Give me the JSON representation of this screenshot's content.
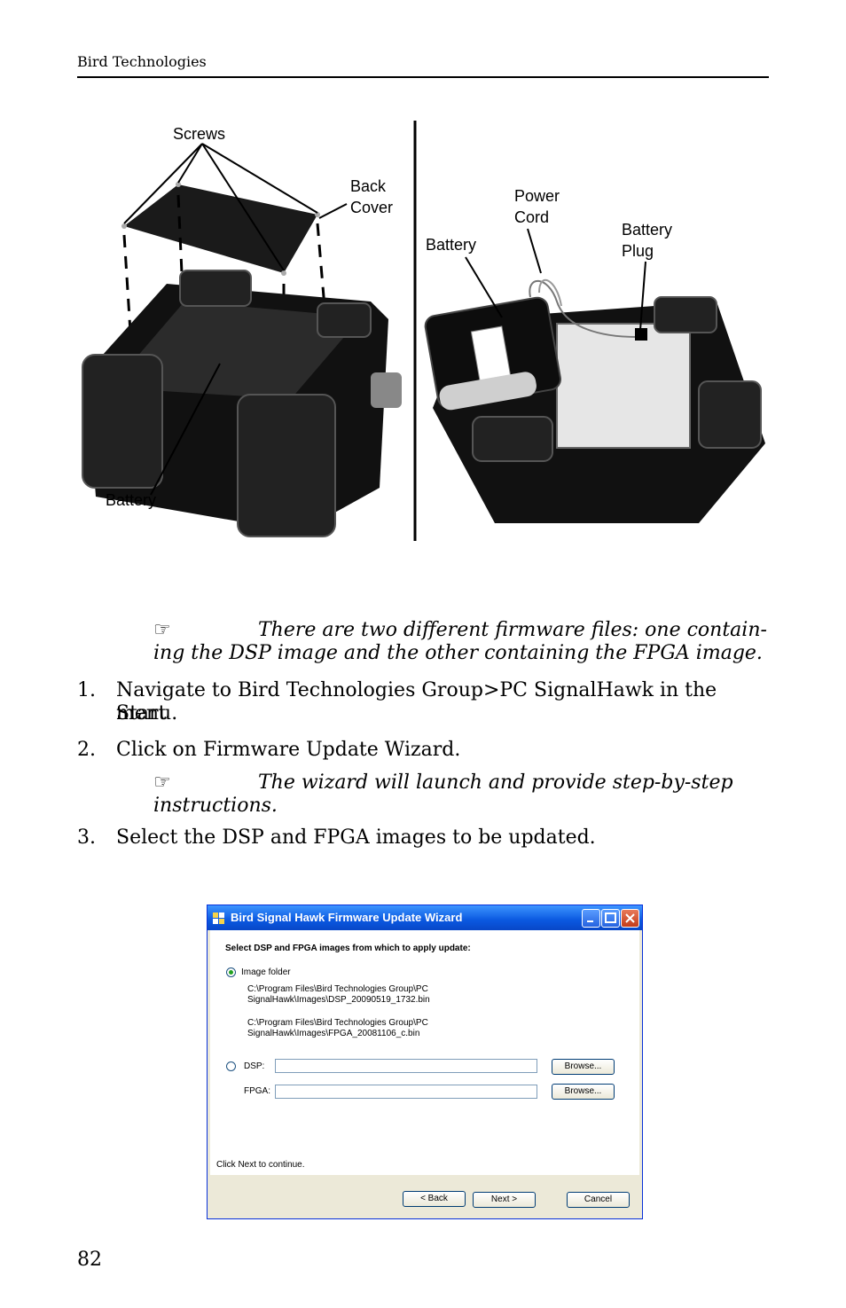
{
  "header": {
    "text": "Bird Technologies"
  },
  "figure": {
    "left_labels": {
      "screws": "Screws",
      "back_cover_1": "Back",
      "back_cover_2": "Cover",
      "battery": "Battery"
    },
    "right_labels": {
      "battery": "Battery",
      "power_cord_1": "Power",
      "power_cord_2": "Cord",
      "battery_plug_1": "Battery",
      "battery_plug_2": "Plug"
    }
  },
  "note1": {
    "icon": "☞",
    "line1": "There are two different firmware files: one contain-",
    "line2": "ing the DSP image and the other containing the FPGA image."
  },
  "steps": [
    {
      "num": "1.",
      "line1": "Navigate to Bird Technologies Group>PC SignalHawk in the Start",
      "line2": "menu."
    },
    {
      "num": "2.",
      "line1": "Click on Firmware Update Wizard."
    },
    {
      "num": "3.",
      "line1": "Select the DSP and FPGA images to be updated."
    }
  ],
  "note2": {
    "icon": "☞",
    "line1": "The wizard will launch and provide step-by-step",
    "line2": "instructions."
  },
  "dialog": {
    "title": "Bird Signal Hawk Firmware Update Wizard",
    "heading": "Select DSP and FPGA images from which to apply update:",
    "image_folder_label": "Image folder",
    "dsp_path_1": "C:\\Program Files\\Bird Technologies Group\\PC",
    "dsp_path_2": "SignalHawk\\Images\\DSP_20090519_1732.bin",
    "fpga_path_1": "C:\\Program Files\\Bird Technologies Group\\PC",
    "fpga_path_2": "SignalHawk\\Images\\FPGA_20081106_c.bin",
    "dsp_label": "DSP:",
    "fpga_label": "FPGA:",
    "dsp_value": "",
    "fpga_value": "",
    "browse_label": "Browse...",
    "footer_text": "Click Next to continue.",
    "back_label": "< Back",
    "next_label": "Next >",
    "cancel_label": "Cancel"
  },
  "page_number": "82"
}
